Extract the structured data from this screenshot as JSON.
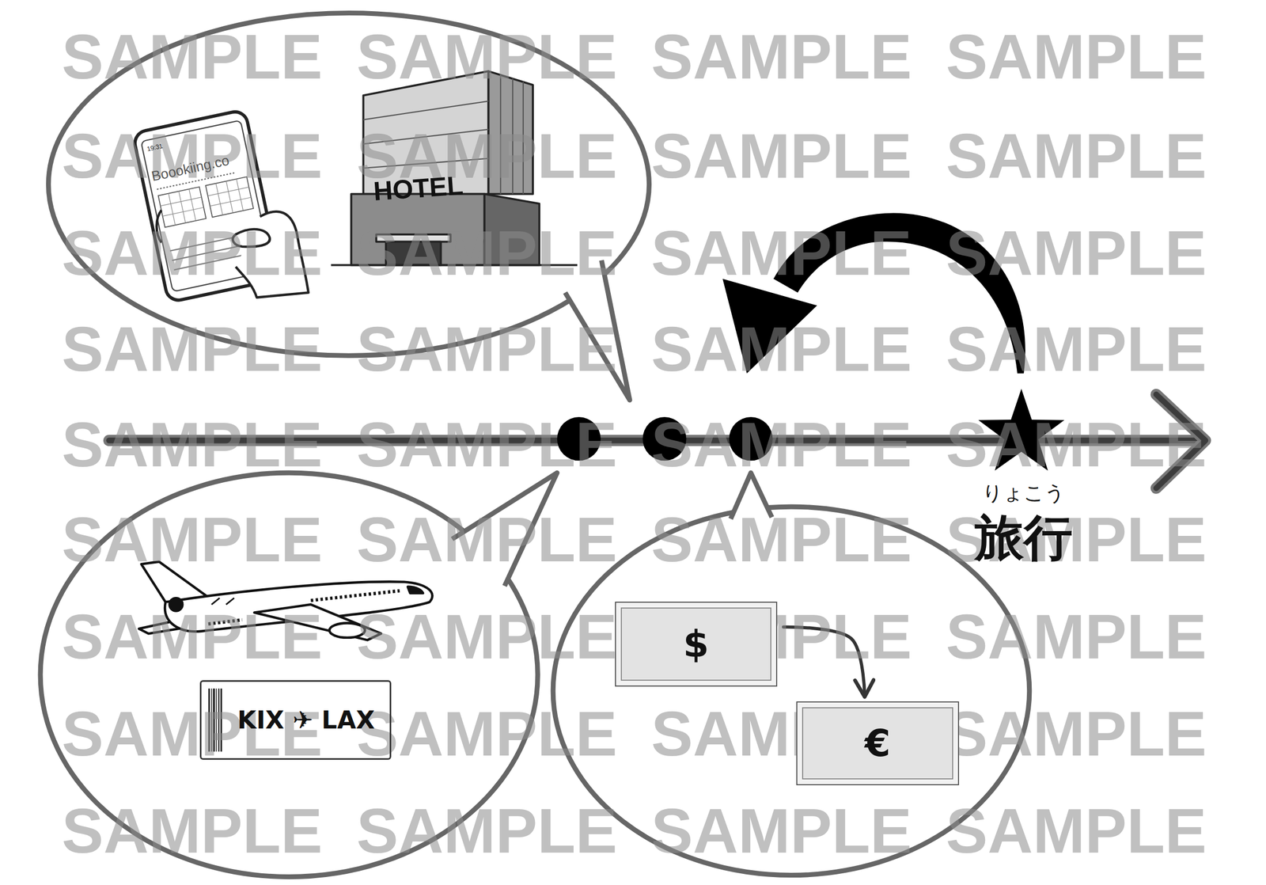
{
  "diagram": {
    "nodes": [
      {
        "text": [
          "KIX ✈ LAX"
        ]
      },
      {
        "text": [
          "$"
        ]
      },
      {
        "text": [
          "€"
        ]
      }
    ],
    "edges": [
      {
        "from": 1,
        "to": 2,
        "arrow": "to"
      }
    ],
    "labels": [
      "19:31",
      "Boookiing.co",
      "HOTEL",
      "りょこう",
      "旅行",
      "SAMPLE",
      "SAMPLE",
      "SAMPLE",
      "SAMPLE",
      "SAMPLE",
      "SAMPLE",
      "SAMPLE",
      "SAMPLE",
      "SAMPLE",
      "SAMPLE",
      "SAMPLE",
      "SAMPLE",
      "SAMPLE",
      "SAMPLE",
      "SAMPLE",
      "SAMPLE",
      "SAMPLE",
      "SAMPLE",
      "SAMPLE",
      "SAMPLE",
      "SAMPLE",
      "SAMPLE",
      "SAMPLE",
      "SAMPLE",
      "SAMPLE",
      "SAMPLE",
      "SAMPLE",
      "SAMPLE",
      "SAMPLE",
      "SAMPLE",
      "SAMPLE",
      "SAMPLE",
      "SAMPLE",
      "SAMPLE",
      "SAMPLE",
      "SAMPLE"
    ]
  }
}
